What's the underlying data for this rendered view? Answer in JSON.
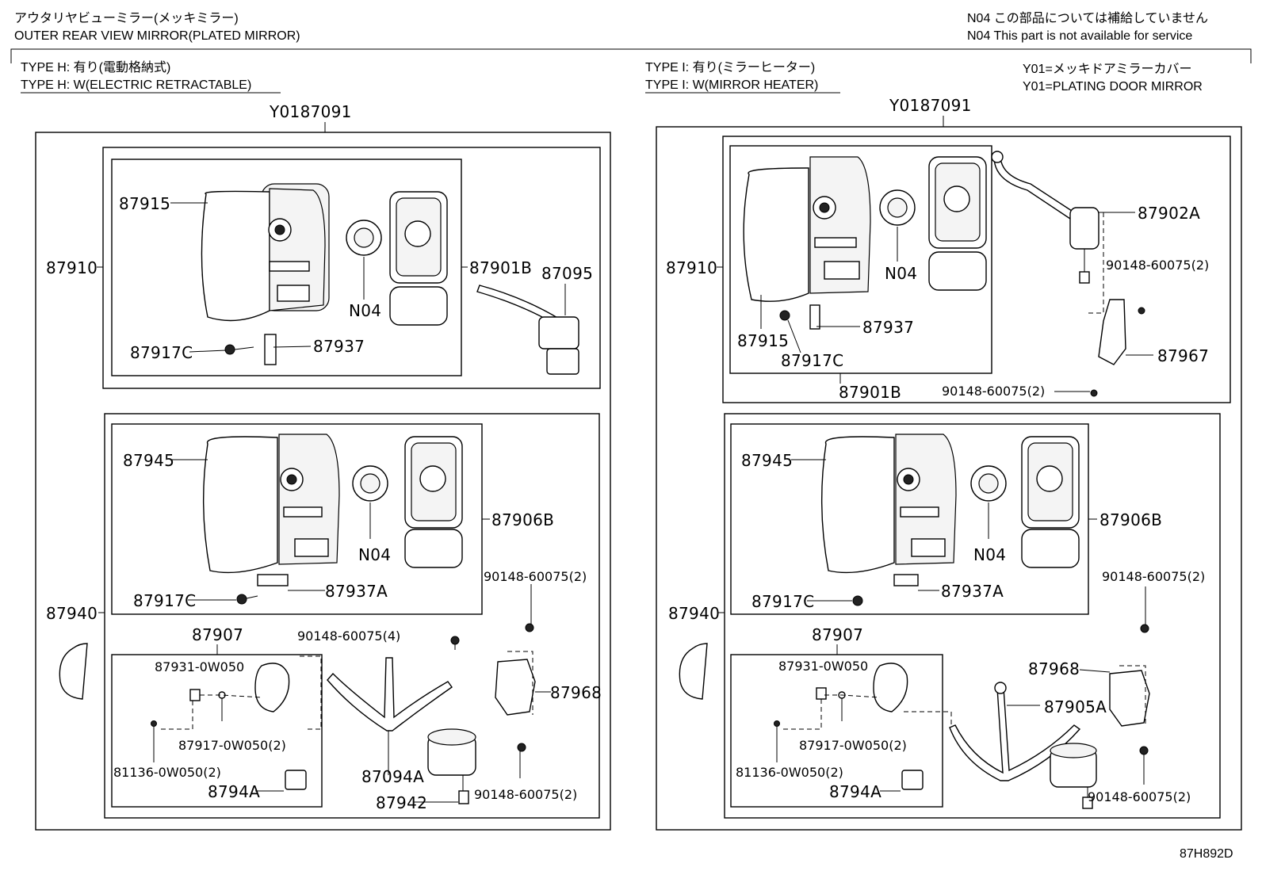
{
  "header": {
    "title_jp": "アウタリヤビューミラー(メッキミラー)",
    "title_en": "OUTER REAR VIEW MIRROR(PLATED MIRROR)",
    "note_jp": "N04 この部品については補給していません",
    "note_en": "N04 This part is not available for service"
  },
  "left_panel": {
    "type_jp": "TYPE H: 有り(電動格納式)",
    "type_en": "TYPE H: W(ELECTRIC RETRACTABLE)",
    "assembly_code": "Y0187091"
  },
  "right_panel": {
    "type_jp": "TYPE I: 有り(ミラーヒーター)",
    "type_en": "TYPE I: W(MIRROR HEATER)",
    "note_jp": "Y01=メッキドアミラーカバー",
    "note_en": "Y01=PLATING DOOR MIRROR",
    "assembly_code": "Y0187091"
  },
  "footer": {
    "diagram_id": "87H892D"
  },
  "callouts": {
    "L_87915": "87915",
    "L_87910": "87910",
    "L_87901B": "87901B",
    "L_87095": "87095",
    "L_N04a": "N04",
    "L_87917C_a": "87917C",
    "L_87937": "87937",
    "L_87945": "87945",
    "L_87906B": "87906B",
    "L_N04b": "N04",
    "L_87917C_b": "87917C",
    "L_87937A": "87937A",
    "L_87940": "87940",
    "L_90148_2a": "90148-60075(2)",
    "L_87907": "87907",
    "L_87931": "87931-0W050",
    "L_90148_4": "90148-60075(4)",
    "L_87968": "87968",
    "L_87917_0W": "87917-0W050(2)",
    "L_81136": "81136-0W050(2)",
    "L_87094A": "87094A",
    "L_8794A": "8794A",
    "L_87942": "87942",
    "L_90148_2b": "90148-60075(2)",
    "R_87910": "87910",
    "R_N04a": "N04",
    "R_87902A": "87902A",
    "R_90148_2a": "90148-60075(2)",
    "R_87915": "87915",
    "R_87937": "87937",
    "R_87967": "87967",
    "R_87917C_a": "87917C",
    "R_90148_2b": "90148-60075(2)",
    "R_87901B": "87901B",
    "R_87945": "87945",
    "R_87906B": "87906B",
    "R_N04b": "N04",
    "R_90148_2c": "90148-60075(2)",
    "R_87917C_b": "87917C",
    "R_87937A": "87937A",
    "R_87940": "87940",
    "R_87907": "87907",
    "R_87968": "87968",
    "R_87931": "87931-0W050",
    "R_87905A": "87905A",
    "R_87917_0W": "87917-0W050(2)",
    "R_81136": "81136-0W050(2)",
    "R_8794A": "8794A",
    "R_90148_2d": "90148-60075(2)"
  }
}
